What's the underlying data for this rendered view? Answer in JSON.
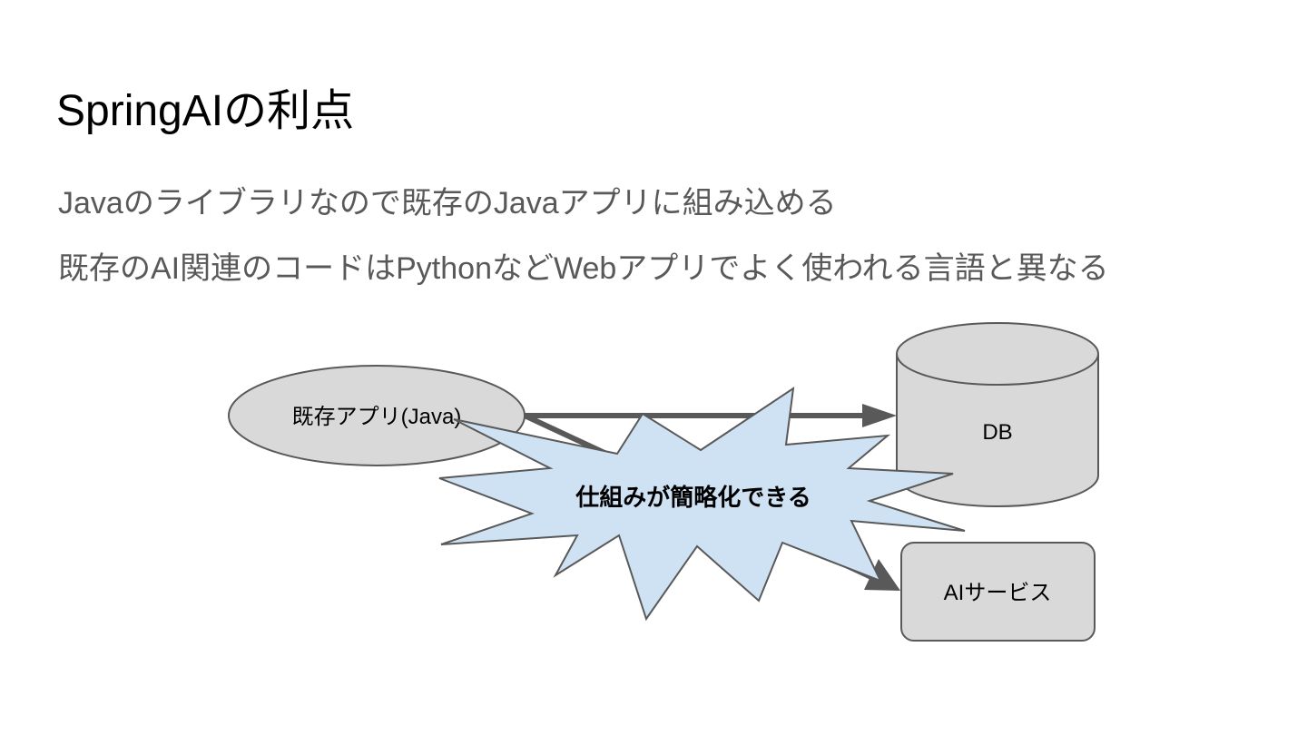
{
  "slide": {
    "title": "SpringAIの利点",
    "bullets": [
      "Javaのライブラリなので既存のJavaアプリに組み込める",
      "既存のAI関連のコードはPythonなどWebアプリでよく使われる言語と異なる"
    ]
  },
  "diagram": {
    "nodes": {
      "app": "既存アプリ(Java)",
      "db": "DB",
      "ai_service": "AIサービス"
    },
    "burst_text": "仕組みが簡略化できる",
    "colors": {
      "node_fill": "#d9d9d9",
      "node_stroke": "#595959",
      "arrow": "#595959",
      "burst_fill": "#cfe2f3",
      "burst_stroke": "#595959"
    }
  }
}
